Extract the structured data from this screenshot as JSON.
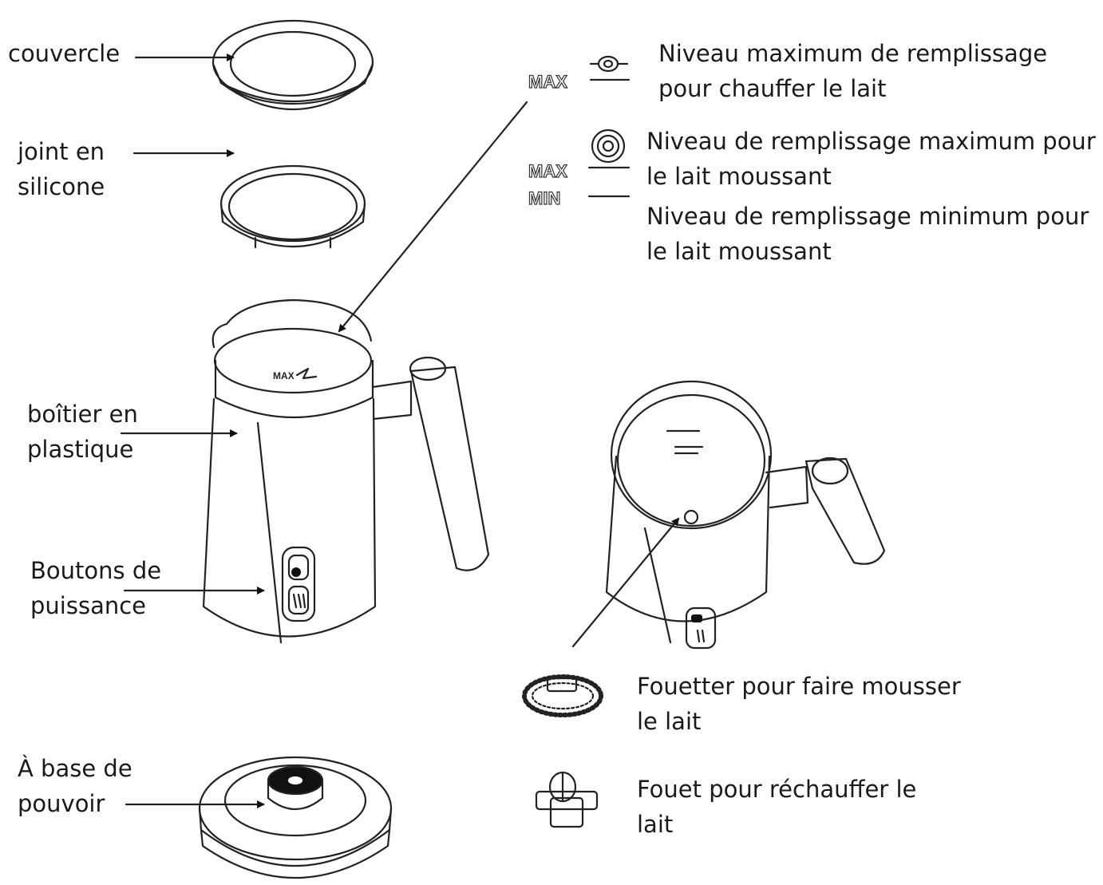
{
  "parts": {
    "lid": [
      "couvercle"
    ],
    "gasket": [
      "joint en",
      "silicone"
    ],
    "housing": [
      "boîtier en",
      "plastique"
    ],
    "buttons": [
      "Boutons de",
      "puissance"
    ],
    "base": [
      "À base de",
      "pouvoir"
    ]
  },
  "legend": {
    "max_heat": [
      "Niveau maximum de remplissage",
      "pour chauffer le lait"
    ],
    "max_froth": [
      "Niveau de remplissage maximum pour",
      "le lait moussant"
    ],
    "min_froth": [
      "Niveau de remplissage minimum pour",
      "le lait moussant"
    ],
    "marks": {
      "max": "MAX",
      "min": "MIN"
    }
  },
  "whisks": {
    "froth": [
      "Fouetter pour faire mousser",
      "le lait"
    ],
    "heat": [
      "Fouet pour réchauffer le",
      "lait"
    ]
  },
  "pitcher_mark": "MAX"
}
